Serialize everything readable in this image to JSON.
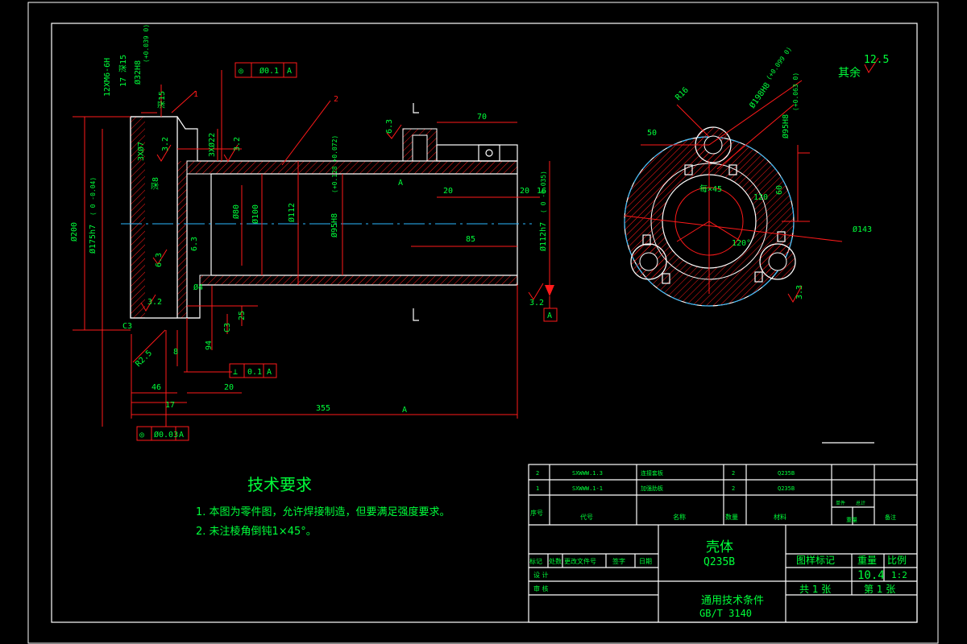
{
  "tech_req": {
    "title": "技术要求",
    "lines": [
      "1. 本图为零件图，允许焊接制造，但要满足强度要求。",
      "2. 未注棱角倒钝1×45°。"
    ]
  },
  "other_roughness": {
    "label": "其余",
    "value": "12.5"
  },
  "callouts": [
    "1",
    "2"
  ],
  "dims_main": {
    "d355": "355",
    "A": "A",
    "d46": "46",
    "d17": "17",
    "d20": "20",
    "d8": "8",
    "d70": "70",
    "d20b": "20",
    "d20c": "20",
    "d16": "16",
    "d85": "85",
    "d25": "25",
    "phi200": "Ø200",
    "phi175": "Ø175h7",
    "phi175_tol": "( 0 -0.04)",
    "phi80": "Ø80",
    "phi100": "Ø100",
    "phi112": "Ø112",
    "phi95": "Ø95H8",
    "phi95_tol": "(+0.128 +0.072)",
    "phi112b": "Ø112h7",
    "phi112b_tol": "( 0 -0.035)",
    "r25": "R2.5",
    "c3a": "C3",
    "c3b": "C3",
    "d4": "Ø4",
    "d94": "94",
    "thread": "12XM6-6H",
    "depth": "17 深15",
    "hole": "Ø32H8",
    "hole_tol": "(+0.039 0)",
    "deep": "深15",
    "r32": "3.2",
    "r32b": "3.2",
    "r32c": "3.2",
    "r63": "6.3",
    "r63b": "6.3",
    "r63c": "6.3",
    "r32d": "3.2",
    "shen": "深8",
    "x3": "3XØ7",
    "x3b": "3XØ22"
  },
  "tolerance_frames": [
    {
      "sym": "◎",
      "val": "Ø0.1",
      "ref": "A"
    },
    {
      "sym": "⊥",
      "val": "0.1",
      "ref": "A"
    },
    {
      "sym": "◎",
      "val": "Ø0.03",
      "ref": "A"
    },
    {
      "sym": "A",
      "val": "",
      "ref": ""
    }
  ],
  "dims_side": {
    "r16": "R16",
    "d50": "50",
    "phi198": "Ø198H8",
    "phi198_tol": "(+0.099 0)",
    "phi95": "Ø95H8",
    "phi95_tol": "(+0.063 0)",
    "d120": "120",
    "d120b": "120°",
    "phi143": "Ø143",
    "d60": "60",
    "r33": "3.3",
    "sym": "每×45"
  },
  "bom": {
    "rows": [
      {
        "no": "2",
        "code": "SXWWW.1.3",
        "name": "连接套板",
        "qty": "2",
        "mat": "Q235B"
      },
      {
        "no": "1",
        "code": "SXWWW.1-1",
        "name": "加强肋板",
        "qty": "2",
        "mat": "Q235B"
      }
    ],
    "header": {
      "no": "序号",
      "code": "代号",
      "name": "名称",
      "qty": "数量",
      "mat": "材料",
      "unit": "单件",
      "total": "总计",
      "weight": "重量",
      "remark": "备注"
    }
  },
  "title_block": {
    "part_name": "壳体",
    "material": "Q235B",
    "rev_cols": [
      "标记",
      "处数",
      "更改文件号",
      "签字",
      "日期"
    ],
    "design": "设 计",
    "review": "审 核",
    "spec1": "通用技术条件",
    "spec2": "GB/T 3140",
    "stage": "图样标记",
    "weight": "重量",
    "scale_label": "比例",
    "weight_val": "10.4",
    "scale_val": "1:2",
    "sheets": "共 1 张",
    "sheet_no": "第 1 张"
  }
}
